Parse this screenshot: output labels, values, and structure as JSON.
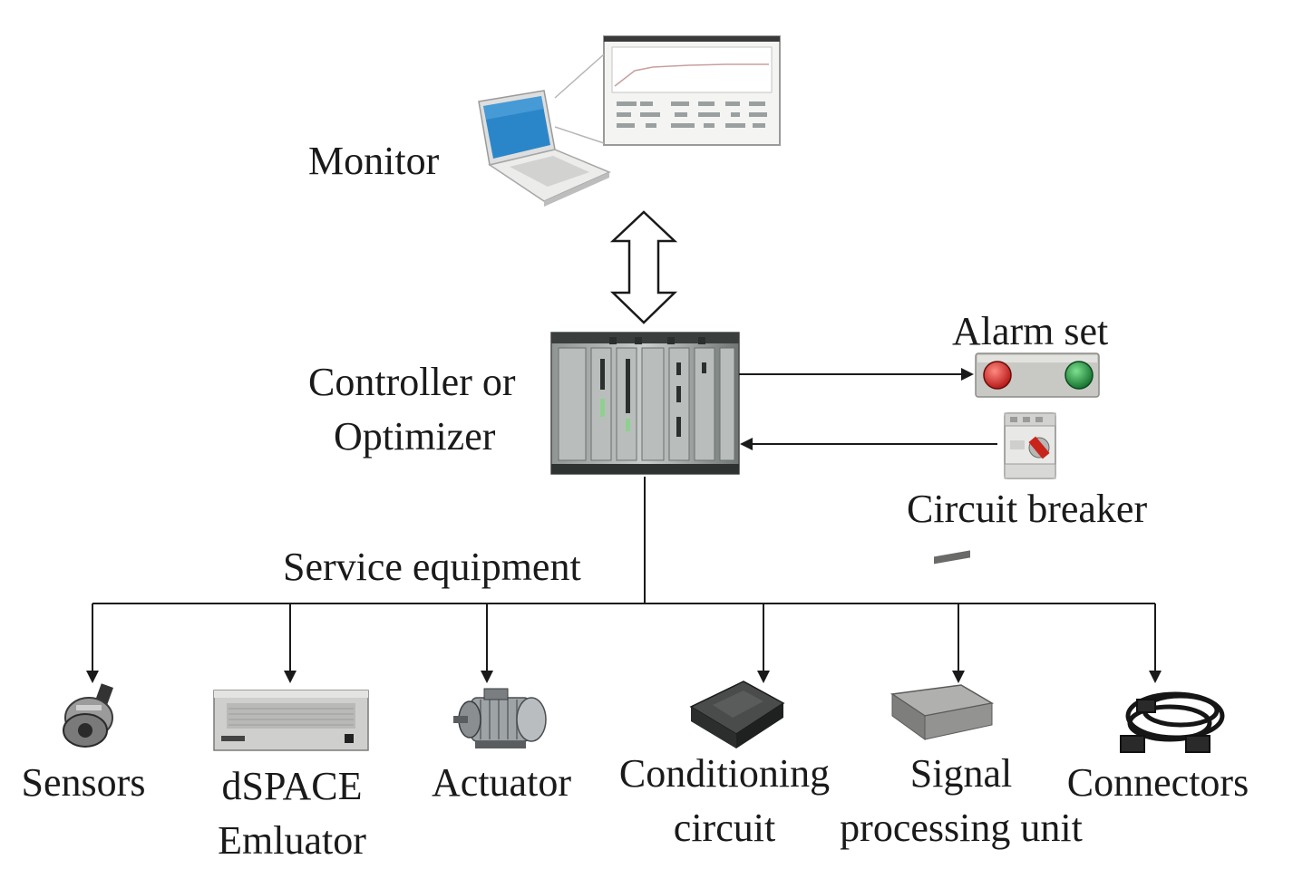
{
  "monitor": {
    "label": "Monitor"
  },
  "controller": {
    "label_line1": "Controller or",
    "label_line2": "Optimizer"
  },
  "alarm": {
    "label": "Alarm set",
    "red": "#d0201a",
    "green": "#1f8a3a"
  },
  "breaker": {
    "label": "Circuit breaker"
  },
  "service": {
    "label": "Service equipment"
  },
  "items": [
    {
      "line1": "Sensors",
      "line2": ""
    },
    {
      "line1": "dSPACE",
      "line2": "Emluator"
    },
    {
      "line1": "Actuator",
      "line2": ""
    },
    {
      "line1": "Conditioning",
      "line2": "circuit"
    },
    {
      "line1": "Signal",
      "line2": "processing unit"
    },
    {
      "line1": "Connectors",
      "line2": ""
    }
  ],
  "colors": {
    "line": "#1a1a1a",
    "laptop_screen": "#2a86c8"
  }
}
